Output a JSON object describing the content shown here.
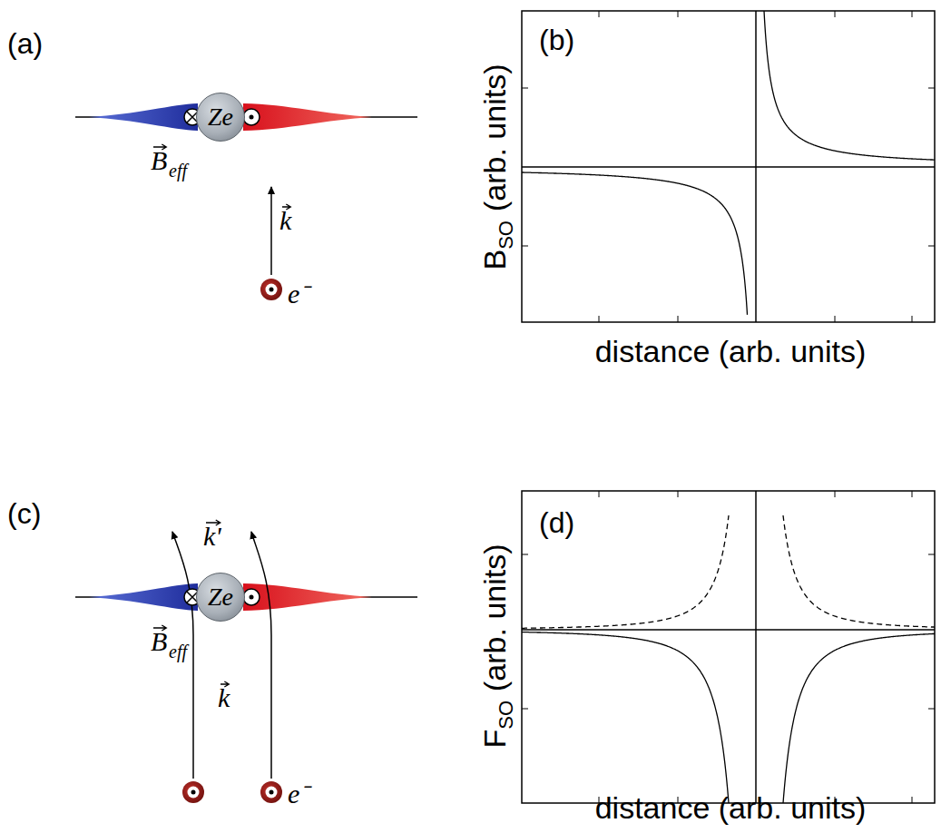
{
  "diagram": {
    "nodes": [
      {
        "text": [
          "Ze"
        ]
      },
      {
        "text": [
          "Ze"
        ]
      }
    ],
    "labels": [
      "(a)",
      "B",
      "eff",
      "k",
      "e⁻",
      "(b)",
      "B",
      "SO",
      "(arb. units)",
      "distance (arb. units)",
      "(c)",
      "k'",
      "B",
      "eff",
      "k",
      "e⁻",
      "(d)",
      "F",
      "SO",
      "(arb. units)",
      "distance (arb. units)"
    ]
  }
}
